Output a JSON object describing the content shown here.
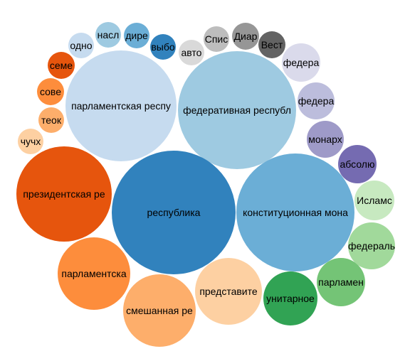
{
  "chart_data": {
    "type": "bubble",
    "title": "",
    "bubbles": [
      {
        "label": "парламентская респу",
        "color": "#c6dbef"
      },
      {
        "label": "федеративная республ",
        "color": "#9ecae1"
      },
      {
        "label": "конституционная мона",
        "color": "#6baed6"
      },
      {
        "label": "республика",
        "color": "#3182bd"
      },
      {
        "label": "президентская ре",
        "color": "#e6550d"
      },
      {
        "label": "парламентска",
        "color": "#fd8d3c"
      },
      {
        "label": "смешанная ре",
        "color": "#fdae6b"
      },
      {
        "label": "представите",
        "color": "#fdd0a2"
      },
      {
        "label": "унитарное",
        "color": "#31a354"
      },
      {
        "label": "парламен",
        "color": "#74c476"
      },
      {
        "label": "федераль",
        "color": "#a1d99b"
      },
      {
        "label": "Исламс",
        "color": "#c7e9c0"
      },
      {
        "label": "абсолю",
        "color": "#756bb1"
      },
      {
        "label": "монарх",
        "color": "#9e9ac8"
      },
      {
        "label": "федера",
        "color": "#bcbddc"
      },
      {
        "label": "федера",
        "color": "#dadaeb"
      },
      {
        "label": "Вест",
        "color": "#636363"
      },
      {
        "label": "Диар",
        "color": "#969696"
      },
      {
        "label": "Спис",
        "color": "#bdbdbd"
      },
      {
        "label": "авто",
        "color": "#d9d9d9"
      },
      {
        "label": "выбо",
        "color": "#3182bd"
      },
      {
        "label": "дире",
        "color": "#6baed6"
      },
      {
        "label": "насл",
        "color": "#9ecae1"
      },
      {
        "label": "одно",
        "color": "#c6dbef"
      },
      {
        "label": "семе",
        "color": "#e6550d"
      },
      {
        "label": "сове",
        "color": "#fd8d3c"
      },
      {
        "label": "теок",
        "color": "#fdae6b"
      },
      {
        "label": "чучх",
        "color": "#fdd0a2"
      }
    ]
  }
}
